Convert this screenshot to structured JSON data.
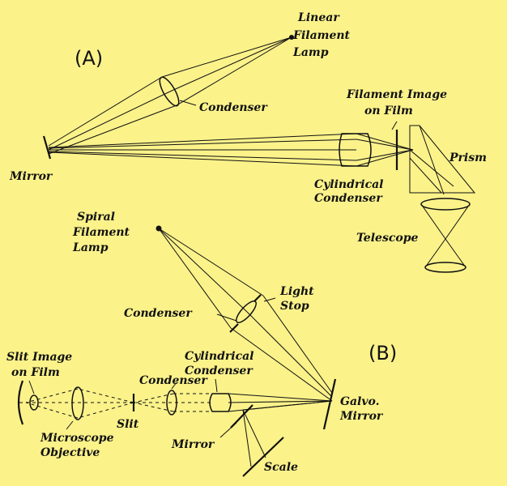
{
  "panel_a": {
    "tag": "(A)",
    "labels": {
      "lamp": [
        "Linear",
        "Filament",
        "Lamp"
      ],
      "condenser": "Condenser",
      "mirror": "Mirror",
      "filament_image": [
        "Filament  Image",
        "on  Film"
      ],
      "prism": "Prism",
      "cyl_condenser": [
        "Cylindrical",
        "Condenser"
      ],
      "telescope": "Telescope"
    }
  },
  "panel_b": {
    "tag": "(B)",
    "labels": {
      "lamp": [
        "Spiral",
        "Filament",
        "Lamp"
      ],
      "condenser_top": "Condenser",
      "light_stop": [
        "Light",
        "Stop"
      ],
      "slit_image": [
        "Slit  Image",
        "on  Film"
      ],
      "condenser_mid": "Condenser",
      "cyl_condenser": [
        "Cylindrical",
        "Condenser"
      ],
      "microscope": [
        "Microscope",
        "Objective"
      ],
      "slit": "Slit",
      "mirror": "Mirror",
      "galvo": [
        "Galvo.",
        "Mirror"
      ],
      "scale": "Scale"
    }
  }
}
